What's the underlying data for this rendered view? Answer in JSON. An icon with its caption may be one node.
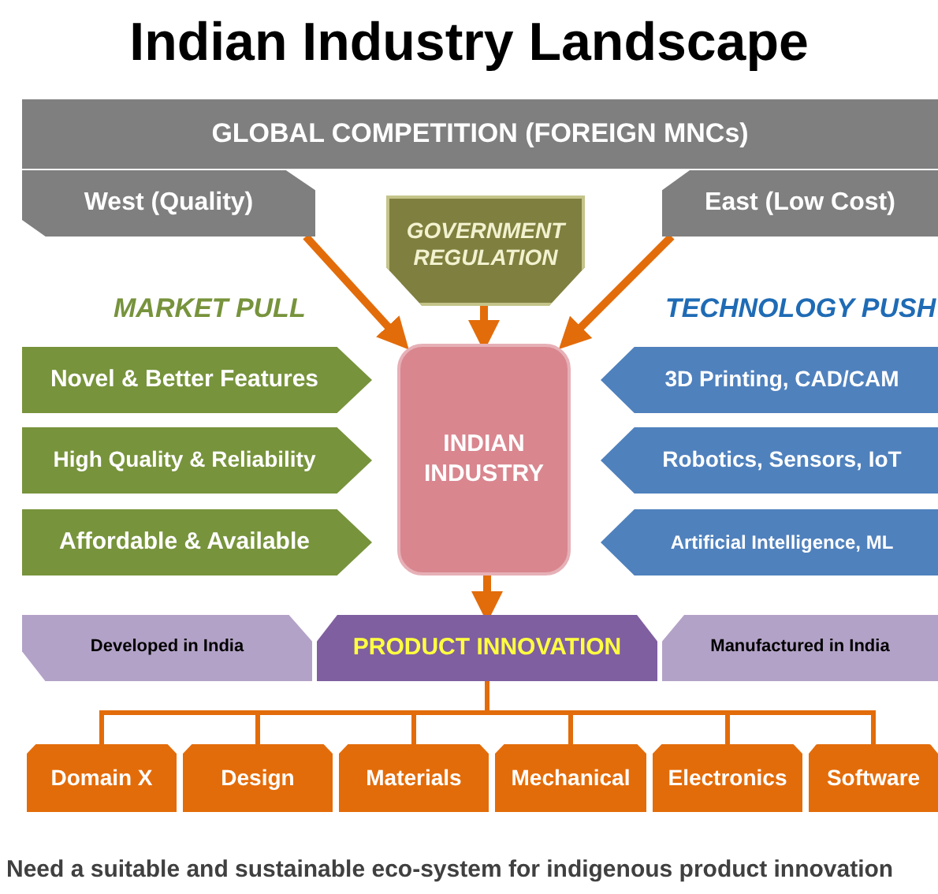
{
  "diagram": {
    "title": "Indian Industry Landscape",
    "caption": "Need a suitable and sustainable eco-system for indigenous product innovation",
    "nodes": [
      {
        "text": [
          "GLOBAL COMPETITION (FOREIGN MNCs)"
        ]
      },
      {
        "text": [
          "West (Quality)"
        ]
      },
      {
        "text": [
          "GOVERNMENT REGULATION"
        ]
      },
      {
        "text": [
          "East (Low Cost)"
        ]
      },
      {
        "text": [
          "Novel & Better Features"
        ]
      },
      {
        "text": [
          "High Quality & Reliability"
        ]
      },
      {
        "text": [
          "Affordable & Available"
        ]
      },
      {
        "text": [
          "INDIAN INDUSTRY"
        ]
      },
      {
        "text": [
          "3D Printing, CAD/CAM"
        ]
      },
      {
        "text": [
          "Robotics, Sensors, IoT"
        ]
      },
      {
        "text": [
          "Artificial Intelligence, ML"
        ]
      },
      {
        "text": [
          "Developed in India"
        ]
      },
      {
        "text": [
          "PRODUCT INNOVATION"
        ]
      },
      {
        "text": [
          "Manufactured in India"
        ]
      },
      {
        "text": [
          "Domain X"
        ]
      },
      {
        "text": [
          "Design"
        ]
      },
      {
        "text": [
          "Materials"
        ]
      },
      {
        "text": [
          "Mechanical"
        ]
      },
      {
        "text": [
          "Electronics"
        ]
      },
      {
        "text": [
          "Software"
        ]
      }
    ],
    "edges": [
      {
        "from": 1,
        "to": 7,
        "arrow": "to"
      },
      {
        "from": 2,
        "to": 7,
        "arrow": "to"
      },
      {
        "from": 3,
        "to": 7,
        "arrow": "to"
      },
      {
        "from": 7,
        "to": 12,
        "arrow": "to"
      },
      {
        "from": 12,
        "to": 14,
        "arrow": "none"
      },
      {
        "from": 12,
        "to": 15,
        "arrow": "none"
      },
      {
        "from": 12,
        "to": 16,
        "arrow": "none"
      },
      {
        "from": 12,
        "to": 17,
        "arrow": "none"
      },
      {
        "from": 12,
        "to": 18,
        "arrow": "none"
      },
      {
        "from": 12,
        "to": 19,
        "arrow": "none"
      }
    ],
    "labels": [
      "MARKET PULL",
      "TECHNOLOGY PUSH"
    ]
  }
}
